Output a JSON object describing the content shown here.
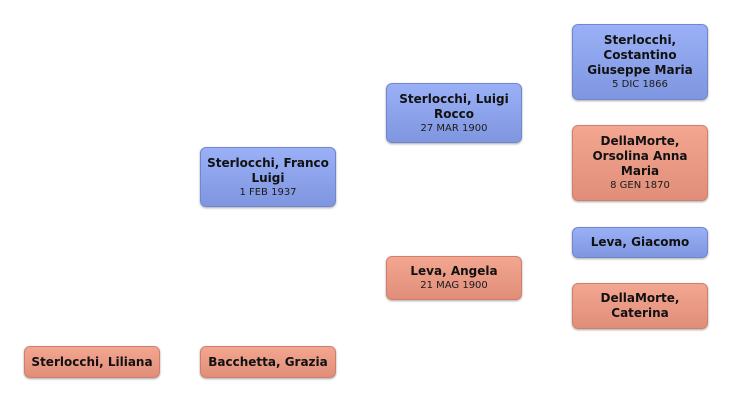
{
  "people": {
    "liliana": {
      "name": "Sterlocchi, Liliana",
      "date": ""
    },
    "franco": {
      "name": "Sterlocchi, Franco Luigi",
      "date": "1 FEB 1937"
    },
    "grazia": {
      "name": "Bacchetta, Grazia",
      "date": ""
    },
    "luigi": {
      "name": "Sterlocchi, Luigi Rocco",
      "date": "27 MAR 1900"
    },
    "angela": {
      "name": "Leva, Angela",
      "date": "21 MAG 1900"
    },
    "costantino": {
      "name": "Sterlocchi, Costantino Giuseppe Maria",
      "date": "5 DIC 1866"
    },
    "orsolina": {
      "name": "DellaMorte, Orsolina Anna Maria",
      "date": "8 GEN 1870"
    },
    "giacomo": {
      "name": "Leva, Giacomo",
      "date": ""
    },
    "caterina": {
      "name": "DellaMorte, Caterina",
      "date": ""
    }
  },
  "colors": {
    "male": "#8ea4ec",
    "female": "#ea9a85"
  }
}
